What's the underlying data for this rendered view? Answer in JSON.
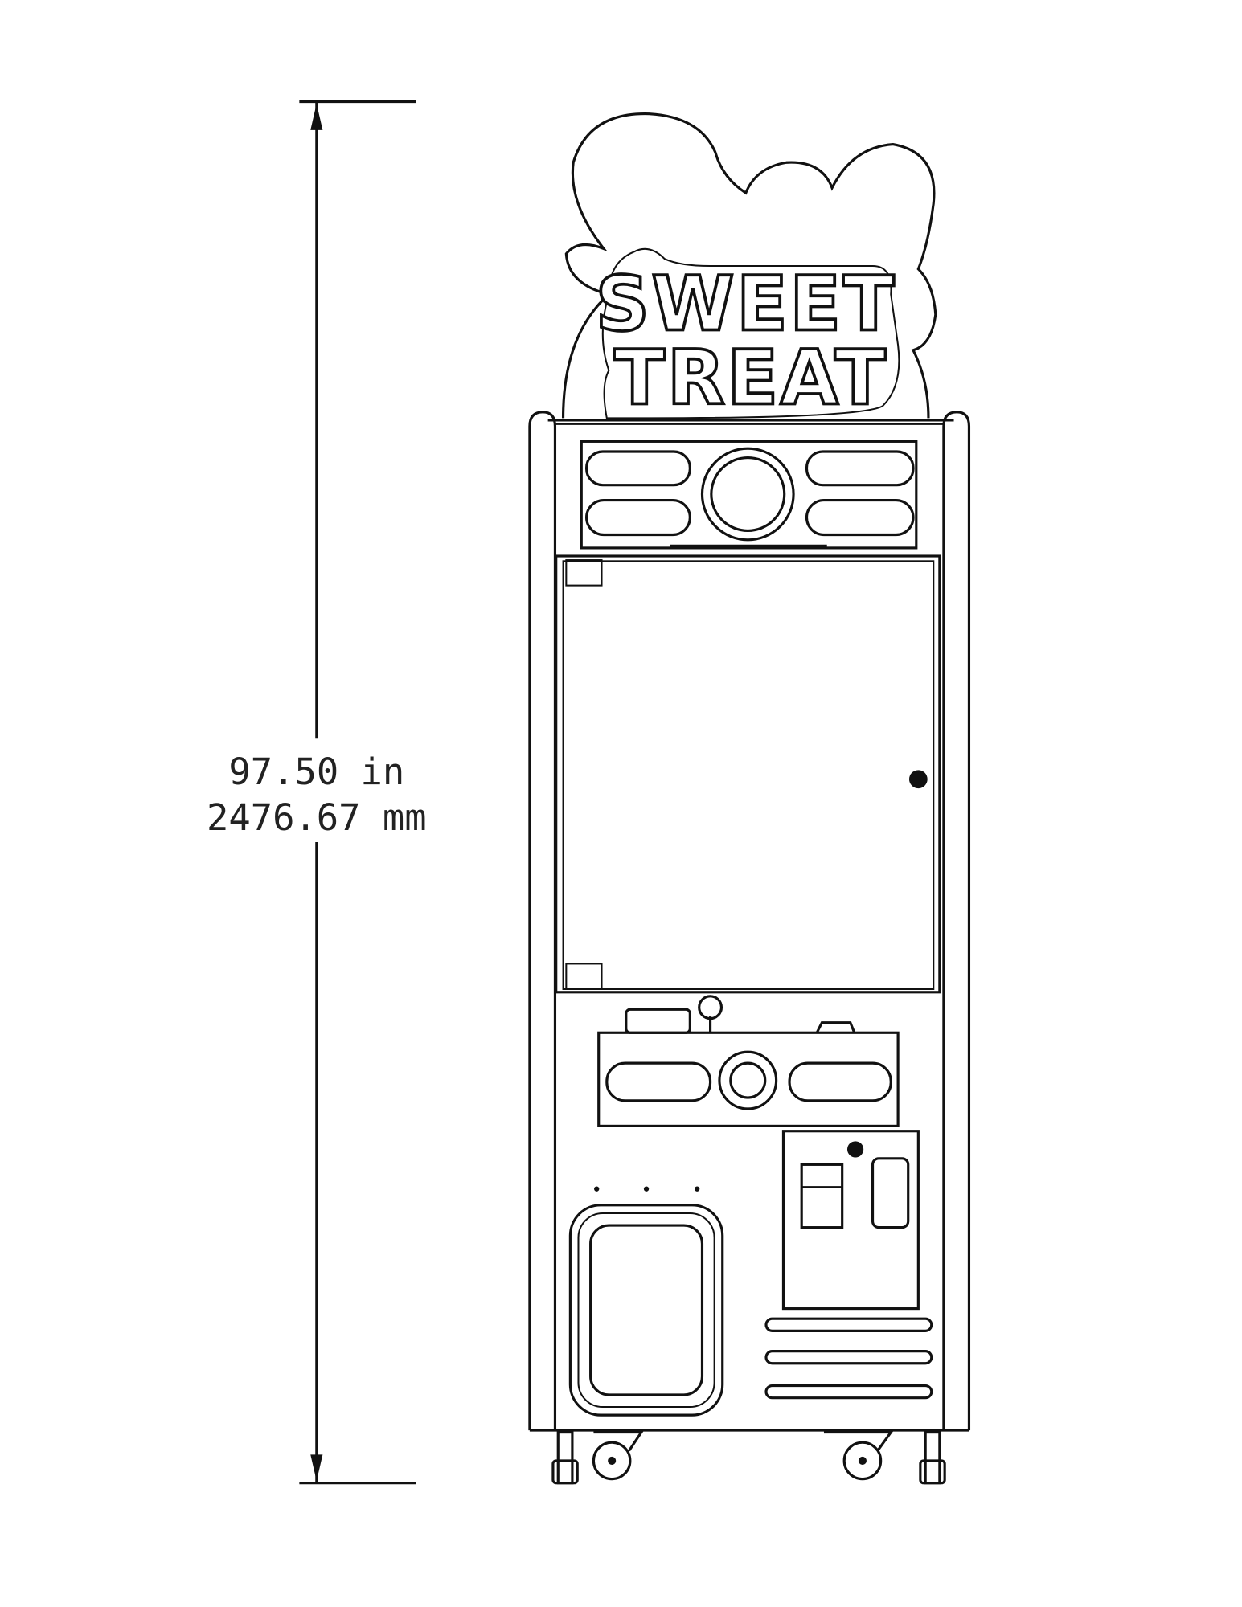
{
  "dimension": {
    "height_in": "97.50 in",
    "height_mm": "2476.67 mm"
  },
  "marquee": {
    "line1": "SWEET",
    "line2": "TREAT"
  },
  "colors": {
    "line": "#111111",
    "background": "#ffffff"
  }
}
